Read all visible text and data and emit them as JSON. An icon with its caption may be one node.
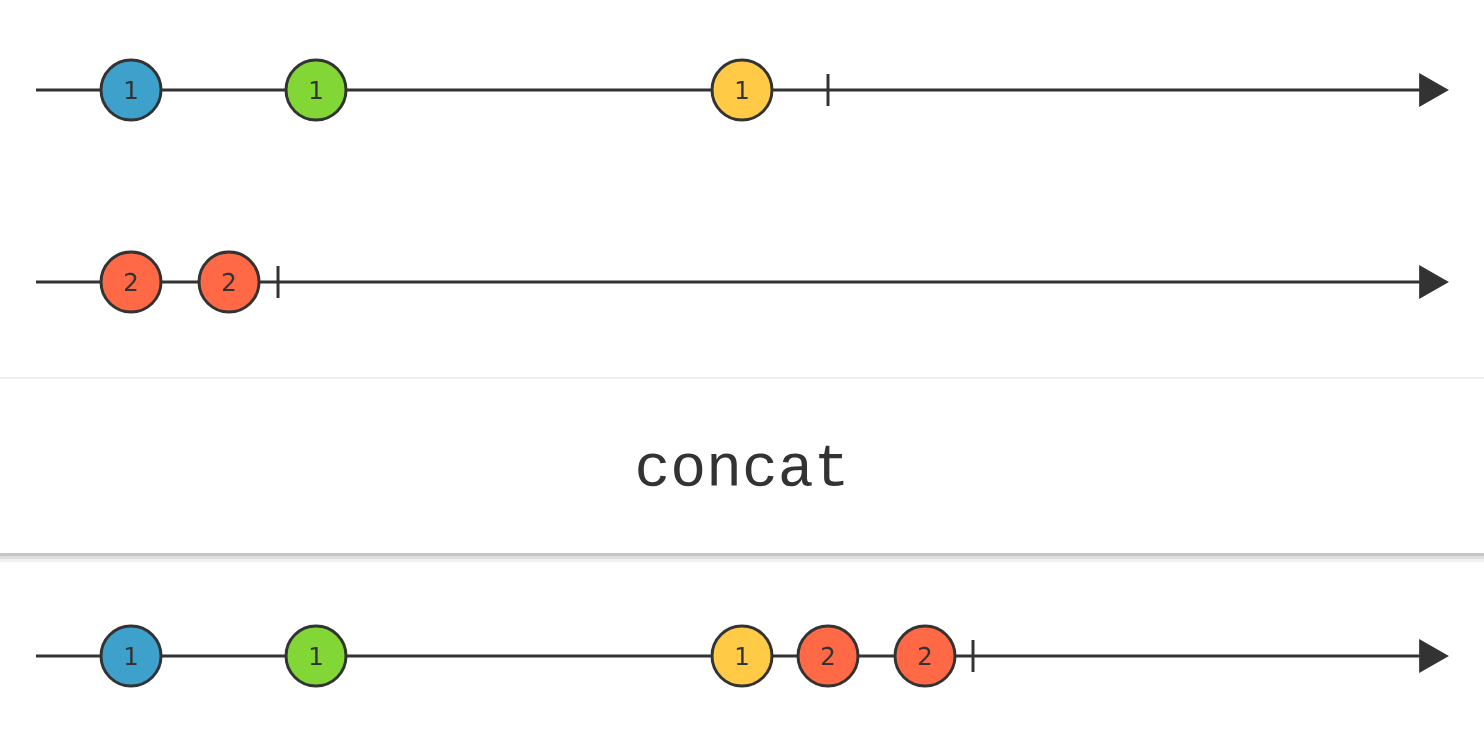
{
  "diagram": {
    "nodes": [
      {
        "text": [
          "1"
        ]
      },
      {
        "text": [
          "1"
        ]
      },
      {
        "text": [
          "1"
        ]
      },
      {
        "text": [
          "2"
        ]
      },
      {
        "text": [
          "2"
        ]
      },
      {
        "text": [
          "concat"
        ]
      },
      {
        "text": [
          "1"
        ]
      },
      {
        "text": [
          "1"
        ]
      },
      {
        "text": [
          "1"
        ]
      },
      {
        "text": [
          "2"
        ]
      },
      {
        "text": [
          "2"
        ]
      }
    ]
  }
}
